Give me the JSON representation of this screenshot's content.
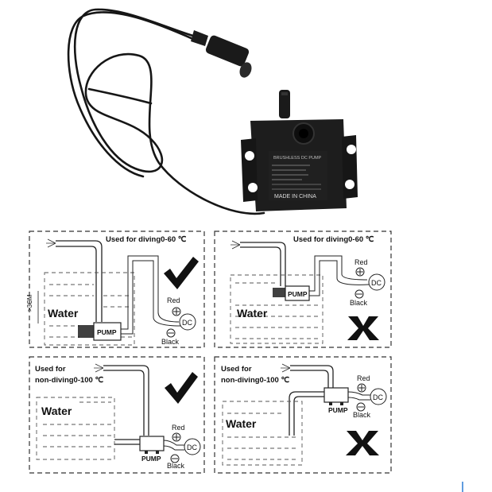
{
  "pump": {
    "label_lines": [
      "BRUSHLESS DC PUMP",
      "MADE IN CHINA"
    ]
  },
  "panels": [
    {
      "caption": "Used for diving0-60 ℃",
      "water": "Water",
      "pump": "PUMP",
      "red": "Red",
      "black": "Black",
      "dc": "DC",
      "depth": ">3CM",
      "verdict": "check"
    },
    {
      "caption": "Used for diving0-60 ℃",
      "water": "Water",
      "pump": "PUMP",
      "red": "Red",
      "black": "Black",
      "dc": "DC",
      "verdict": "cross"
    },
    {
      "caption_line1": "Used for",
      "caption_line2": "non-diving0-100 ℃",
      "water": "Water",
      "pump": "PUMP",
      "red": "Red",
      "black": "Black",
      "dc": "DC",
      "verdict": "check"
    },
    {
      "caption_line1": "Used for",
      "caption_line2": "non-diving0-100 ℃",
      "water": "Water",
      "pump": "PUMP",
      "red": "Red",
      "black": "Black",
      "dc": "DC",
      "verdict": "cross"
    }
  ],
  "icons": [
    "check-mark-icon",
    "cross-mark-icon",
    "plus-icon",
    "minus-icon"
  ]
}
